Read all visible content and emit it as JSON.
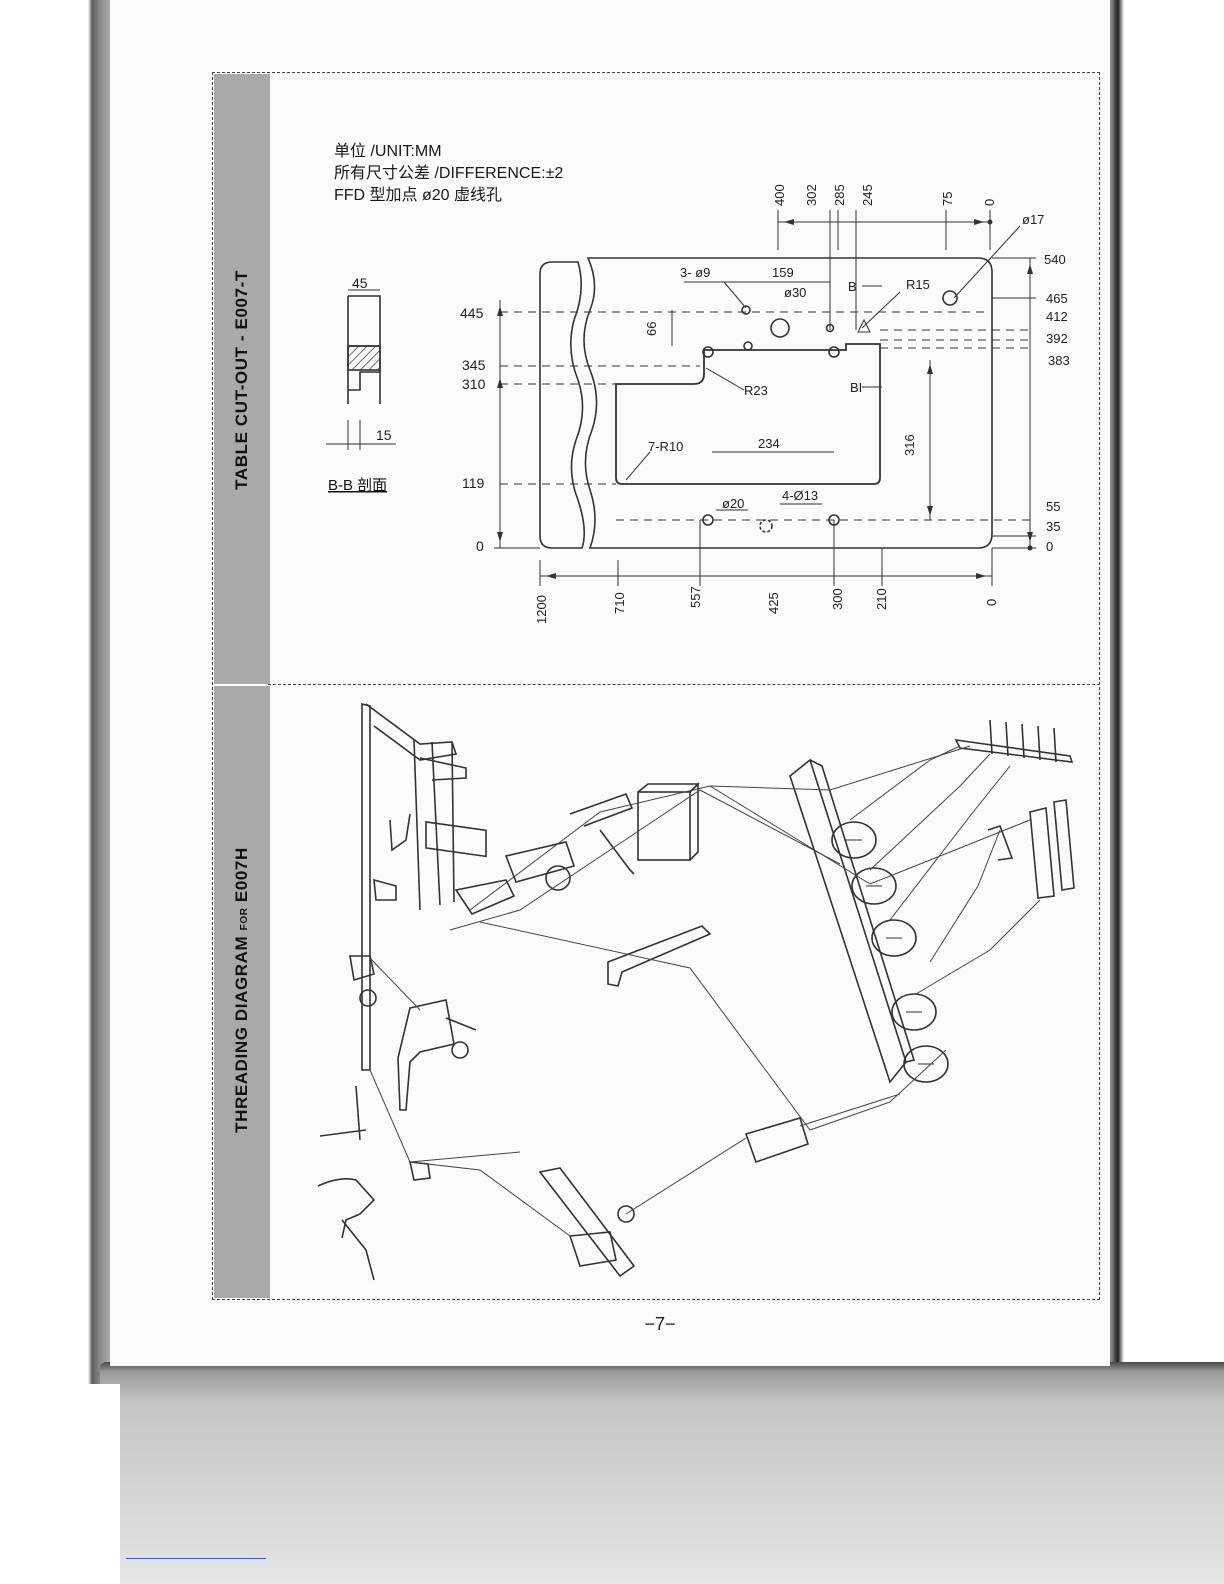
{
  "sidebar": {
    "top_title": "TABLE CUT-OUT - E007-T",
    "bottom_title_main": "THREADING DIAGRAM ",
    "bottom_title_small": "FOR",
    "bottom_title_model": " E007H"
  },
  "notes": {
    "unit": "单位 /UNIT:MM",
    "tolerance": "所有尺寸公差 /DIFFERENCE:±2",
    "ffd": "FFD 型加点 ø20 虚线孔"
  },
  "section": {
    "dim_width": "45",
    "dim_depth": "15",
    "caption": "B-B 剖面"
  },
  "drawing": {
    "top_dims": [
      "400",
      "302",
      "285",
      "245",
      "75",
      "0"
    ],
    "bottom_dims": [
      "1200",
      "710",
      "557",
      "425",
      "300",
      "210",
      "0"
    ],
    "left_dims": [
      "445",
      "345",
      "310",
      "119",
      "0"
    ],
    "right_dims": [
      "540",
      "465",
      "412",
      "392",
      "383",
      "55",
      "35",
      "0"
    ],
    "labels": {
      "holes_9": "3- ø9",
      "dim_159": "159",
      "hole_30": "ø30",
      "dim_66": "66",
      "section_b1": "B",
      "section_b2": "BI",
      "r15": "R15",
      "r23": "R23",
      "r10": "7-R10",
      "dim_234": "234",
      "dim_316": "316",
      "hole_20": "ø20",
      "holes_13": "4-Ø13",
      "hole_17": "ø17"
    }
  },
  "footer": {
    "page": "−7−"
  }
}
